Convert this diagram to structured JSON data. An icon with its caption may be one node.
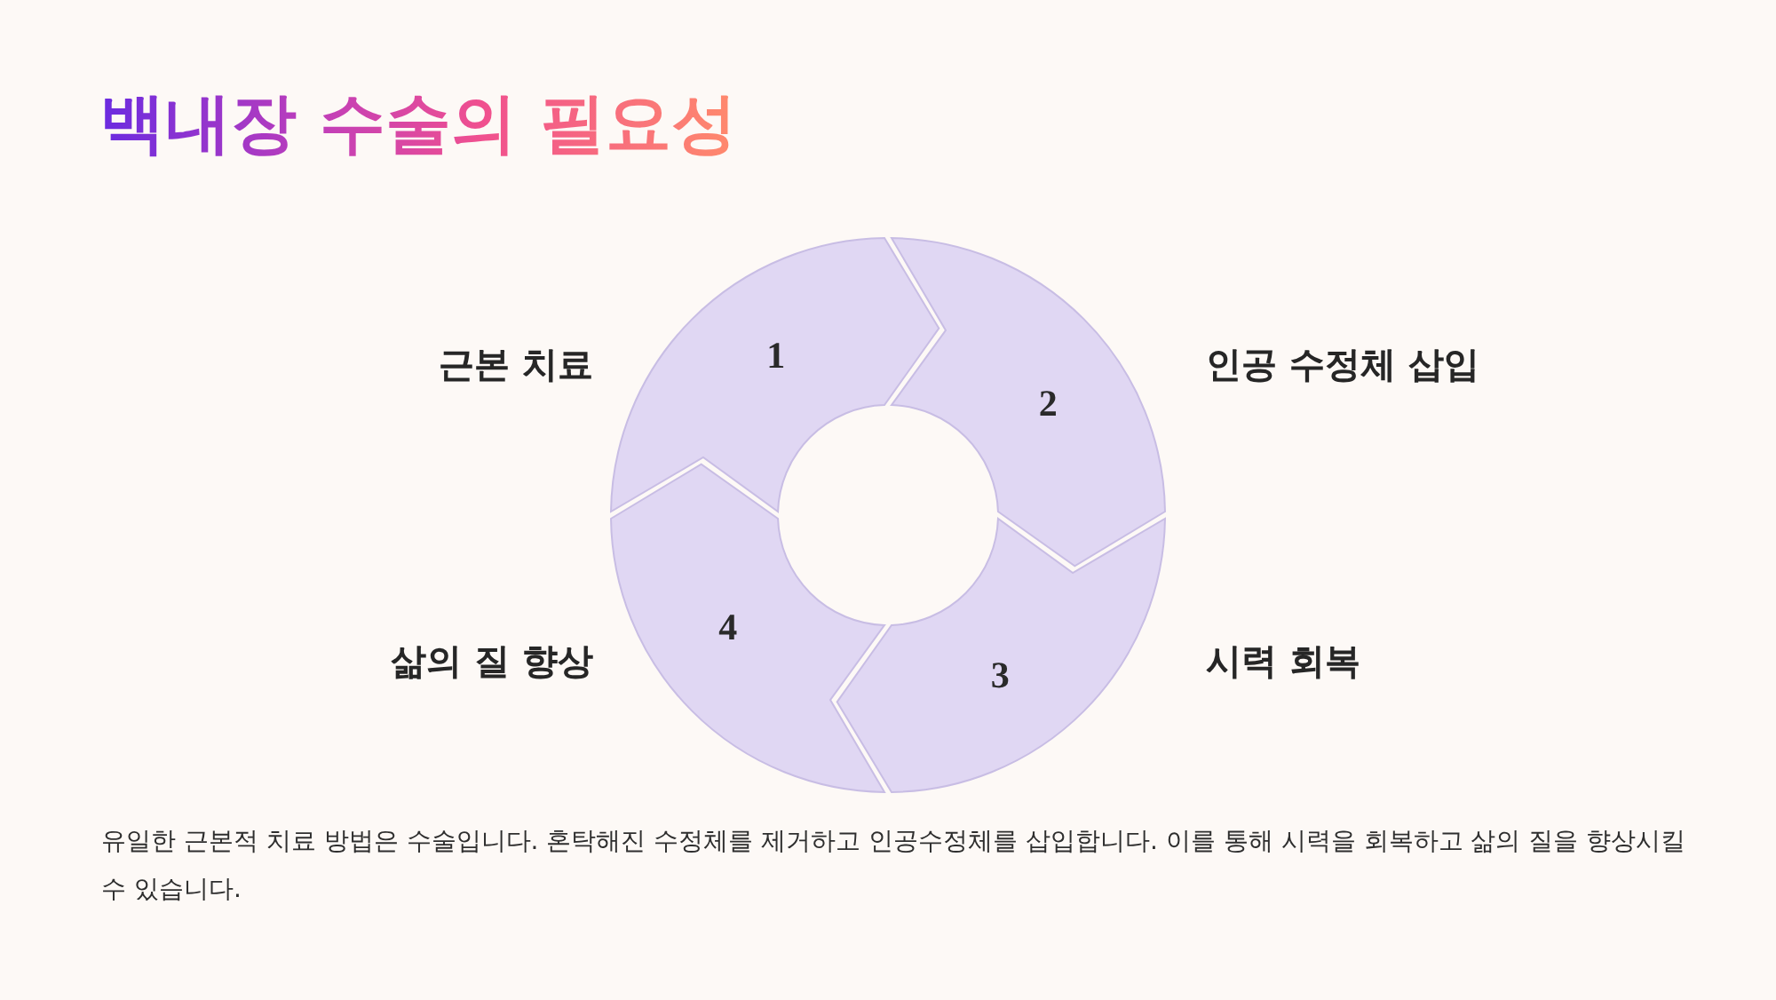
{
  "diagram": {
    "title": "백내장 수술의 필요성",
    "nodes": [
      {
        "text": [
          "1"
        ],
        "beside": [
          "근본 치료"
        ]
      },
      {
        "text": [
          "2"
        ],
        "beside": [
          "인공 수정체 삽입"
        ]
      },
      {
        "text": [
          "3"
        ],
        "beside": [
          "시력 회복"
        ]
      },
      {
        "text": [
          "4"
        ],
        "beside": [
          "삶의 질 향상"
        ]
      }
    ],
    "caption": "유일한 근본적 치료 방법은 수술입니다. 혼탁해진 수정체를 제거하고 인공수정체를 삽입합니다. 이를 통해 시력을 회복하고 삶의 질을 향상시킬 수 있습니다."
  }
}
